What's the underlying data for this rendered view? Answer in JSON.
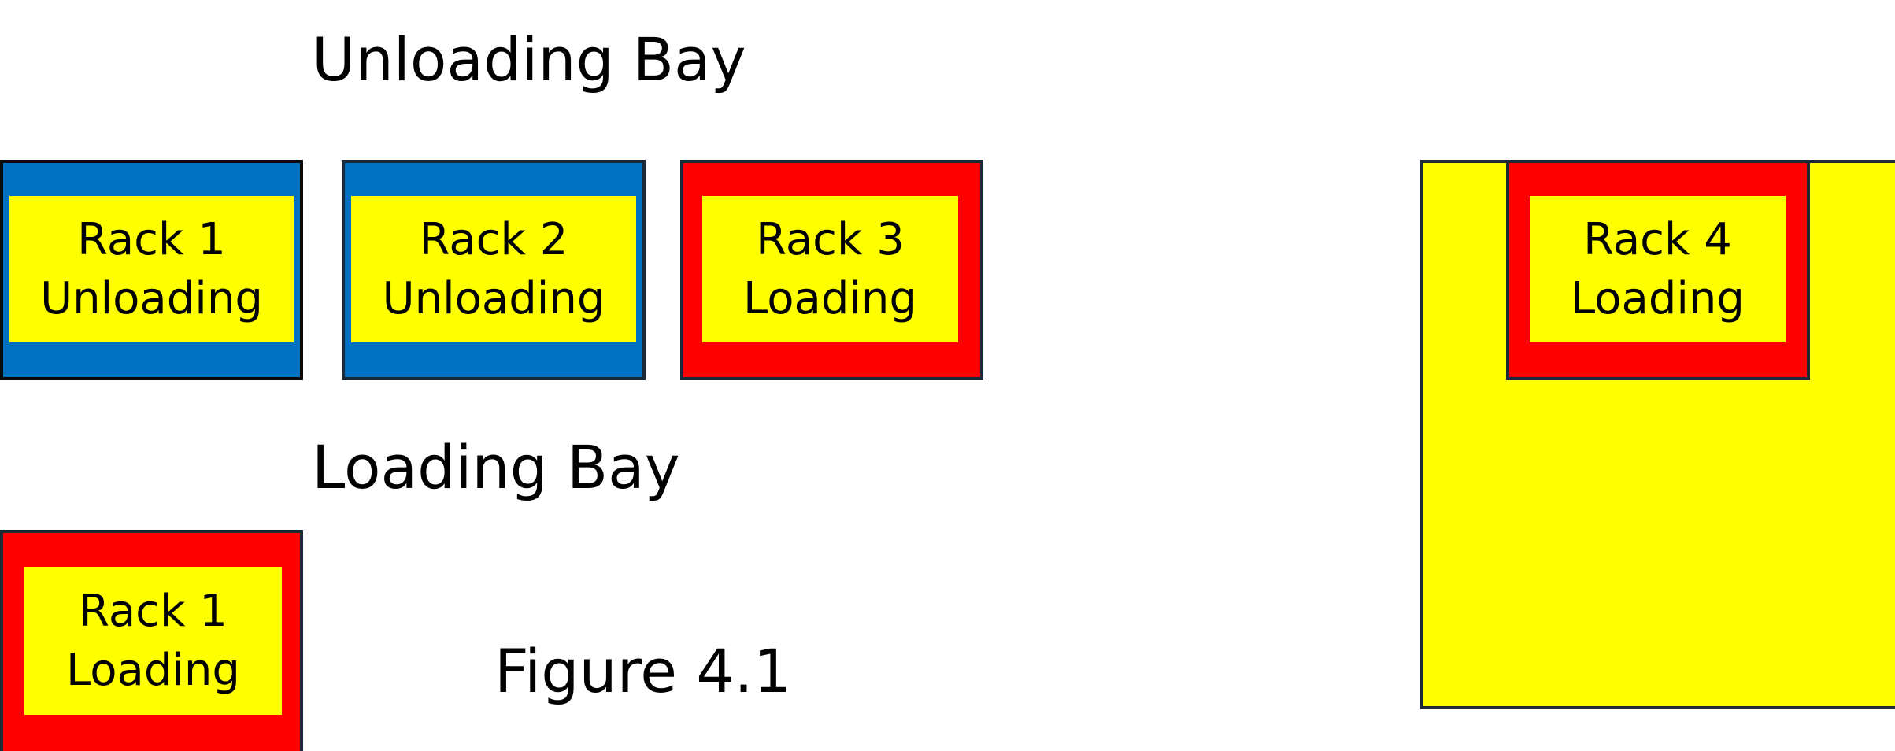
{
  "colors": {
    "unloading": "#0070c0",
    "loading": "#ff0000",
    "rack_fill": "#ffff00",
    "outline": "#1b2a38"
  },
  "unloading_bay": {
    "title": "Unloading Bay",
    "racks": [
      {
        "name": "Rack 1",
        "status": "Unloading"
      },
      {
        "name": "Rack 2",
        "status": "Unloading"
      },
      {
        "name": "Rack 3",
        "status": "Loading"
      }
    ]
  },
  "loading_bay": {
    "title": "Loading Bay",
    "racks": [
      {
        "name": "Rack 1",
        "status": "Loading"
      }
    ]
  },
  "container": {
    "rack": {
      "name": "Rack 4",
      "status": "Loading"
    }
  },
  "caption": "Figure 4.1"
}
